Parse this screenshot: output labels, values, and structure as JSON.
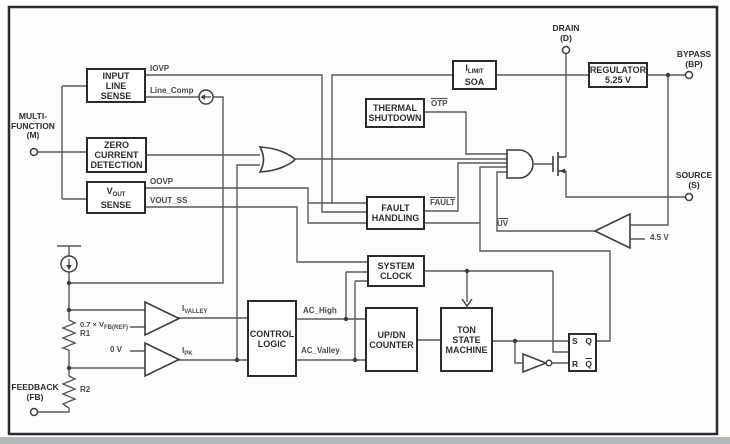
{
  "pins": {
    "multi": [
      "MULTI-",
      "FUNCTION",
      "(M)"
    ],
    "feedback": [
      "FEEDBACK",
      "(FB)"
    ],
    "drain": [
      "DRAIN",
      "(D)"
    ],
    "bypass": [
      "BYPASS",
      "(BP)"
    ],
    "source": [
      "SOURCE",
      "(S)"
    ]
  },
  "blocks": {
    "input_line_sense": [
      "INPUT",
      "LINE",
      "SENSE"
    ],
    "zero_current": [
      "ZERO",
      "CURRENT",
      "DETECTION"
    ],
    "vout_sense": {
      "v": "V",
      "sub": "OUT",
      "line2": "SENSE"
    },
    "thermal_shutdown": [
      "THERMAL",
      "SHUTDOWN"
    ],
    "ilimit_soa": {
      "i": "I",
      "sub": "LIMIT",
      "line2": "SOA"
    },
    "fault_handling": [
      "FAULT",
      "HANDLING"
    ],
    "regulator": [
      "REGULATOR",
      "5.25 V"
    ],
    "system_clock": [
      "SYSTEM",
      "CLOCK"
    ],
    "control_logic": [
      "CONTROL",
      "LOGIC"
    ],
    "updn_counter": [
      "UP/DN",
      "COUNTER"
    ],
    "ton_state_machine": [
      "TON",
      "STATE",
      "MACHINE"
    ]
  },
  "signals": {
    "iovp": "IOVP",
    "line_comp": "Line_Comp",
    "oovp": "OOVP",
    "vout_ss": "VOUT_SS",
    "otp": "OTP",
    "fault": "FAULT",
    "uv": "UV",
    "ac_high": "AC_High",
    "ac_valley": "AC_Valley",
    "ivalley": {
      "m": "I",
      "sub": "VALLEY"
    },
    "ipk": {
      "m": "I",
      "sub": "PK"
    },
    "vref": {
      "m": "0.7 × V",
      "sub": "FB(REF)"
    },
    "zero_v": "0 V",
    "v45": "4.5 V",
    "r1": "R1",
    "r2": "R2"
  },
  "flipflop": {
    "s": "S",
    "q": "Q",
    "r": "R",
    "qb": "Q"
  },
  "colors": {
    "wire": "#58595b",
    "ink": "#2b2b2d",
    "background": "#ffffff"
  }
}
